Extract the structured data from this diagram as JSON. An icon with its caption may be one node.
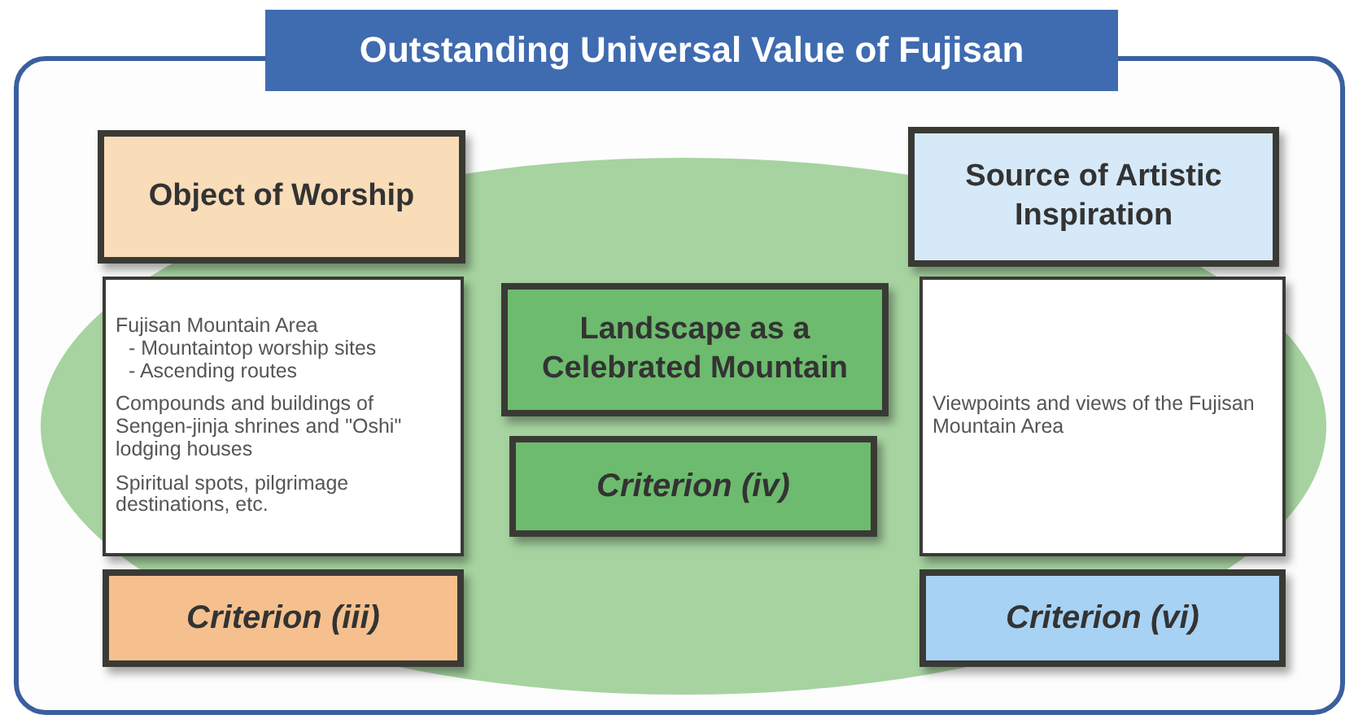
{
  "diagram": {
    "title": "Outstanding Universal Value of Fujisan",
    "nodes": [
      {
        "text": [
          "Object of Worship"
        ]
      },
      {
        "text": [
          "Fujisan Mountain Area",
          "- Mountaintop worship sites",
          "- Ascending routes",
          "Compounds and buildings of Sengen-jinja shrines and \"Oshi\" lodging houses",
          "Spiritual spots, pilgrimage destinations, etc."
        ]
      },
      {
        "text": [
          "Criterion (iii)"
        ]
      },
      {
        "text": [
          "Landscape as a Celebrated Mountain"
        ]
      },
      {
        "text": [
          "Criterion (iv)"
        ]
      },
      {
        "text": [
          "Source of Artistic Inspiration"
        ]
      },
      {
        "text": [
          "Viewpoints and views of the Fujisan Mountain Area"
        ]
      },
      {
        "text": [
          "Criterion (vi)"
        ]
      }
    ]
  }
}
